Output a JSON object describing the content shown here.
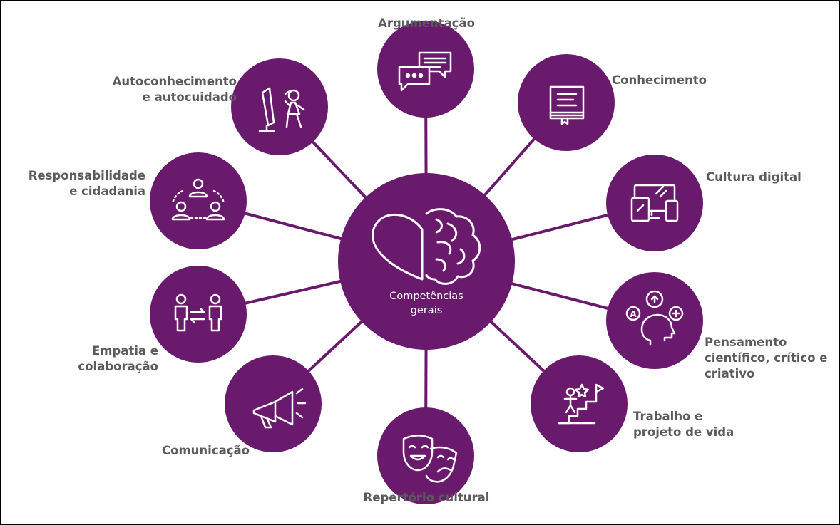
{
  "diagram": {
    "center": {
      "label_line1": "Competências",
      "label_line2": "gerais",
      "icon": "heart-brain-icon"
    },
    "colors": {
      "node": "#6a1a6c",
      "connector": "#6a1a6c",
      "icon_stroke": "#ffffff",
      "label": "#5b5b5b"
    },
    "nodes": [
      {
        "id": "argumentacao",
        "lines": [
          "Argumentação"
        ],
        "icon": "speech-bubbles-icon"
      },
      {
        "id": "conhecimento",
        "lines": [
          "Conhecimento"
        ],
        "icon": "book-icon"
      },
      {
        "id": "cultura-digital",
        "lines": [
          "Cultura digital"
        ],
        "icon": "devices-icon"
      },
      {
        "id": "pensamento",
        "lines": [
          "Pensamento",
          "científico, crítico e",
          "criativo"
        ],
        "icon": "head-ideas-icon"
      },
      {
        "id": "trabalho",
        "lines": [
          "Trabalho e",
          "projeto de vida"
        ],
        "icon": "stairs-goal-icon"
      },
      {
        "id": "repertorio",
        "lines": [
          "Repertório cultural"
        ],
        "icon": "theater-masks-icon"
      },
      {
        "id": "comunicacao",
        "lines": [
          "Comunicação"
        ],
        "icon": "megaphone-icon"
      },
      {
        "id": "empatia",
        "lines": [
          "Empatia e",
          "colaboração"
        ],
        "icon": "two-people-exchange-icon"
      },
      {
        "id": "responsabilidade",
        "lines": [
          "Responsabilidade",
          "e cidadania"
        ],
        "icon": "community-icon"
      },
      {
        "id": "autoconhecimento",
        "lines": [
          "Autoconhecimento",
          "e autocuidado"
        ],
        "icon": "mirror-person-icon"
      }
    ]
  }
}
